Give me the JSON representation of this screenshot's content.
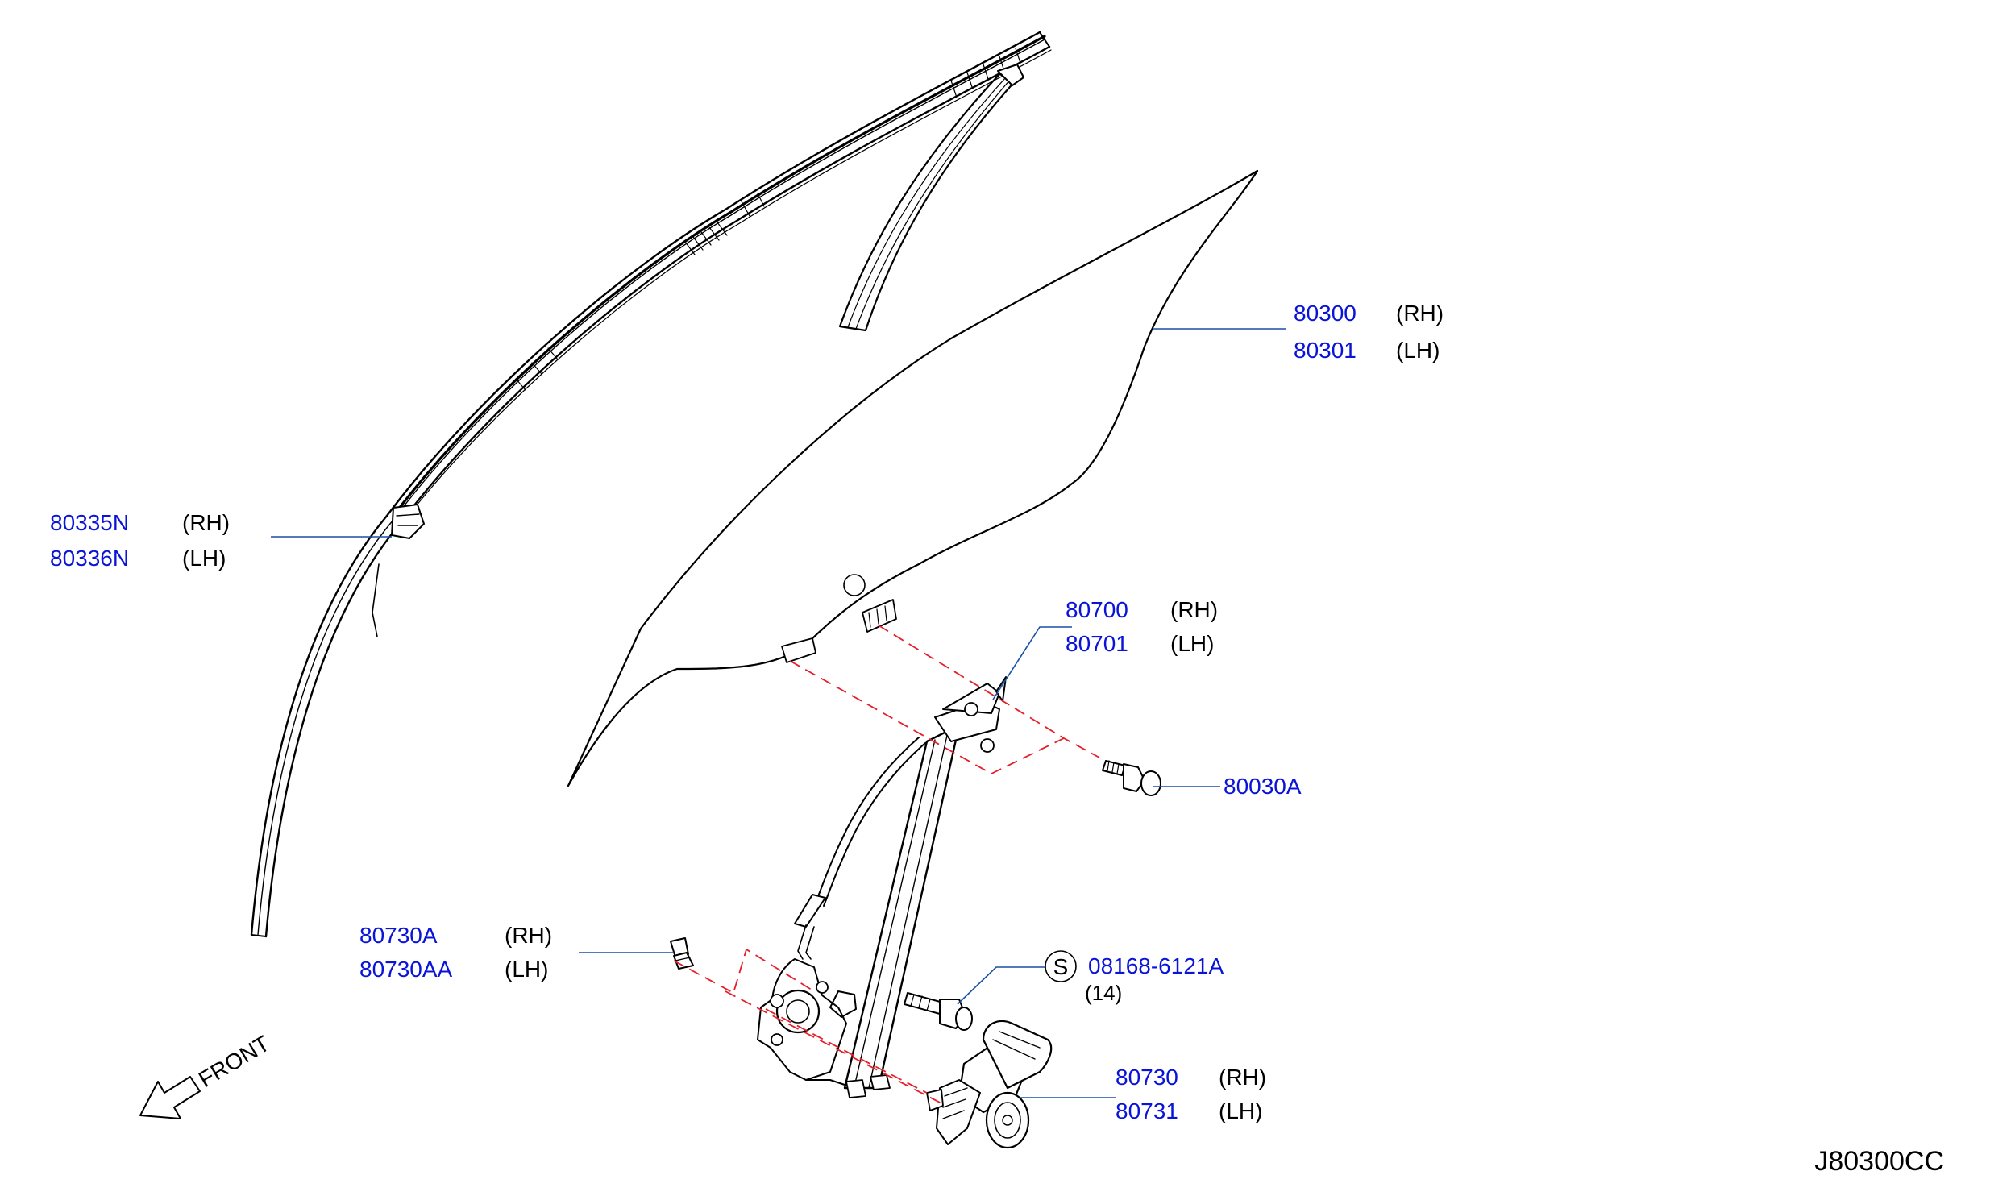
{
  "callouts": {
    "glass": {
      "rh_part": "80300",
      "rh_side": "(RH)",
      "lh_part": "80301",
      "lh_side": "(LH)"
    },
    "sash": {
      "rh_part": "80335N",
      "rh_side": "(RH)",
      "lh_part": "80336N",
      "lh_side": "(LH)"
    },
    "regulator": {
      "rh_part": "80700",
      "rh_side": "(RH)",
      "lh_part": "80701",
      "lh_side": "(LH)"
    },
    "glass_bolt": {
      "part": "80030A"
    },
    "reg_bolt": {
      "rh_part": "80730A",
      "rh_side": "(RH)",
      "lh_part": "80730AA",
      "lh_side": "(LH)"
    },
    "std_bolt": {
      "symbol": "S",
      "part": "08168-6121A",
      "qty": "(14)"
    },
    "motor": {
      "rh_part": "80730",
      "rh_side": "(RH)",
      "lh_part": "80731",
      "lh_side": "(LH)"
    }
  },
  "front_label": "FRONT",
  "diagram_code": "J80300CC",
  "colors": {
    "part_number": "#0a14d8",
    "leader": "#1a4fa3",
    "dashed": "#e3202a",
    "ink": "#000000"
  }
}
